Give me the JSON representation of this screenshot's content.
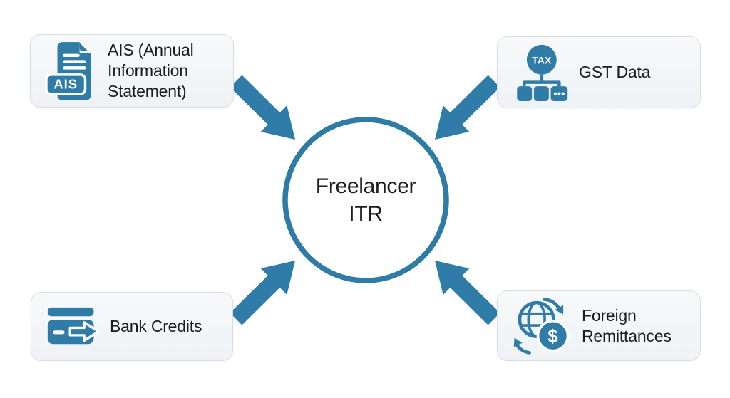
{
  "title": "Freelancer ITR data sources diagram",
  "center": {
    "label": "Freelancer ITR"
  },
  "colors": {
    "accent": "#2E7CA7",
    "circle_border": "#2E7BA6",
    "box_background": "#F4F6F8",
    "box_border": "#D9DEE3",
    "text": "#1C1C1E"
  },
  "nodes": [
    {
      "id": "ais",
      "label": "AIS (Annual Information Statement)",
      "icon": "ais-document-icon",
      "icon_text": "AIS",
      "position": "top-left"
    },
    {
      "id": "gst",
      "label": "GST Data",
      "icon": "tax-hierarchy-icon",
      "icon_text": "TAX",
      "position": "top-right"
    },
    {
      "id": "bank-credits",
      "label": "Bank Credits",
      "icon": "bank-card-arrow-icon",
      "icon_text": "",
      "position": "bottom-left"
    },
    {
      "id": "foreign-remittances",
      "label": "Foreign Remittances",
      "icon": "globe-dollar-icon",
      "icon_text": "$",
      "position": "bottom-right"
    }
  ],
  "arrows": [
    {
      "from": "ais",
      "to": "center"
    },
    {
      "from": "gst",
      "to": "center"
    },
    {
      "from": "bank-credits",
      "to": "center"
    },
    {
      "from": "foreign-remittances",
      "to": "center"
    }
  ]
}
